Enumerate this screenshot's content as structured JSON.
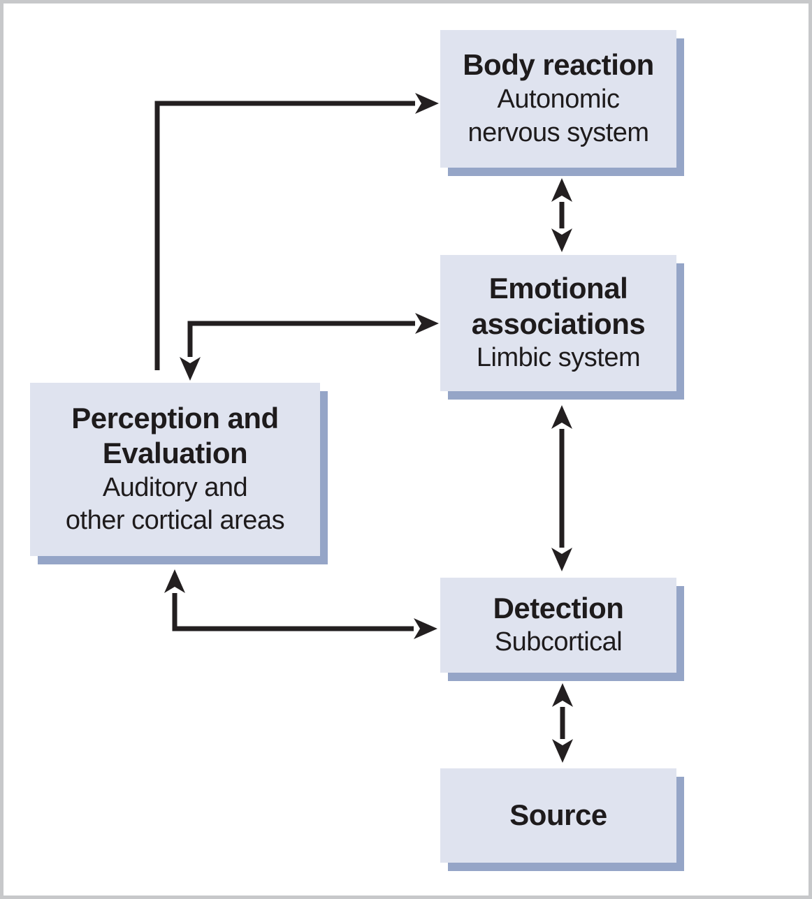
{
  "figure": {
    "background_color": "#ffffff",
    "frame_color": "#c7c8ca",
    "box_fill_color": "#dfe3ef",
    "box_shadow_color": "#95a5c7",
    "arrow_color": "#231f20",
    "text_color": "#1e1b1c"
  },
  "nodes": [
    {
      "id": "body-reaction",
      "title_lines": [
        "Body reaction"
      ],
      "subtitle_lines": [
        "Autonomic",
        "nervous system"
      ]
    },
    {
      "id": "emotional-associations",
      "title_lines": [
        "Emotional",
        "associations"
      ],
      "subtitle_lines": [
        "Limbic system"
      ]
    },
    {
      "id": "perception-evaluation",
      "title_lines": [
        "Perception and",
        "Evaluation"
      ],
      "subtitle_lines": [
        "Auditory and",
        "other cortical areas"
      ]
    },
    {
      "id": "detection",
      "title_lines": [
        "Detection"
      ],
      "subtitle_lines": [
        "Subcortical"
      ]
    },
    {
      "id": "source",
      "title_lines": [
        "Source"
      ],
      "subtitle_lines": []
    }
  ],
  "connections": [
    {
      "from": "perception-evaluation",
      "to": "body-reaction",
      "direction": "one-way",
      "shape": "up-then-right"
    },
    {
      "from": "emotional-associations",
      "to": "perception-evaluation",
      "direction": "two-way",
      "shape": "left-then-down"
    },
    {
      "from": "perception-evaluation",
      "to": "detection",
      "direction": "two-way",
      "shape": "down-then-right"
    },
    {
      "from": "body-reaction",
      "to": "emotional-associations",
      "direction": "two-way",
      "shape": "vertical"
    },
    {
      "from": "emotional-associations",
      "to": "detection",
      "direction": "two-way",
      "shape": "vertical"
    },
    {
      "from": "detection",
      "to": "source",
      "direction": "two-way",
      "shape": "vertical"
    }
  ]
}
